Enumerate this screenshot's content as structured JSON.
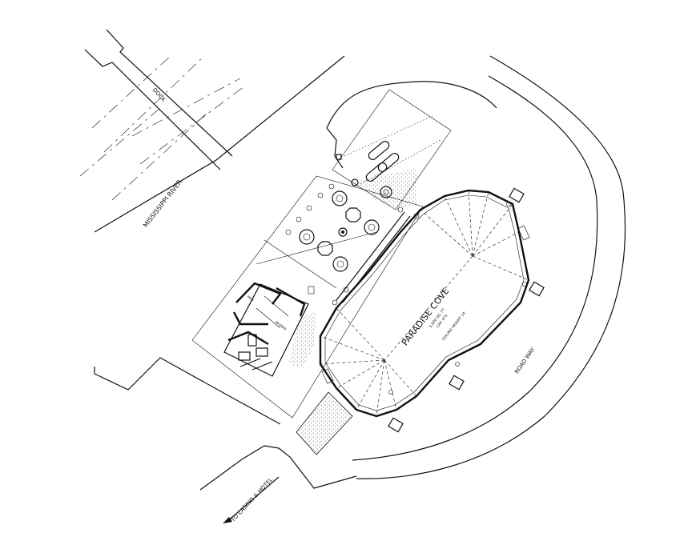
{
  "labels": {
    "dock": "DOCK",
    "river": "MISSISSIPPI RIVER",
    "venue_name": "PARADISE COVE",
    "venue_line_1": "5,800 SQ. FT.",
    "venue_line_2": "CAP. 475",
    "ceiling": "CEILING HEIGHT 14'",
    "road": "ROAD WAY",
    "casino": "TO CASINO & HOTEL",
    "men": "MEN",
    "women": "WOMEN"
  },
  "colors": {
    "ink": "#111111",
    "background": "#ffffff",
    "hatch": "#555555"
  }
}
